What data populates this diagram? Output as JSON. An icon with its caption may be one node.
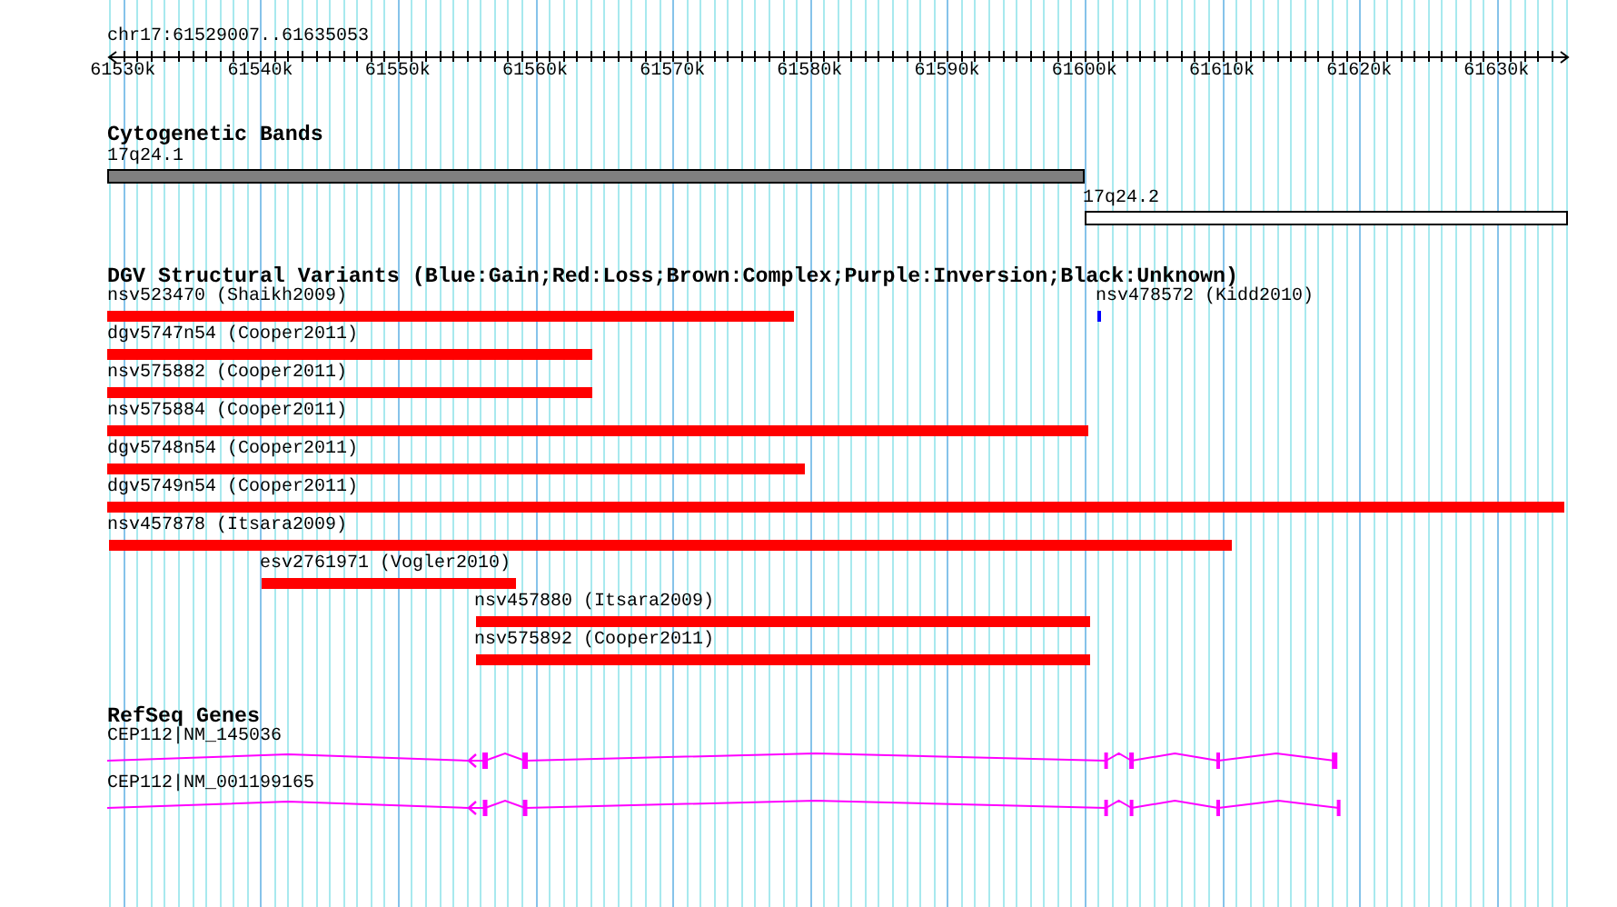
{
  "diagram": {
    "title": "chr17:61529007..61635053",
    "nodes": [
      {
        "text": [
          "17q24.1"
        ]
      },
      {
        "text": [
          "17q24.2"
        ]
      },
      {
        "text": [
          "nsv523470 (Shaikh2009)"
        ]
      },
      {
        "text": [
          "nsv478572 (Kidd2010)"
        ]
      },
      {
        "text": [
          "dgv5747n54 (Cooper2011)"
        ]
      },
      {
        "text": [
          "nsv575882 (Cooper2011)"
        ]
      },
      {
        "text": [
          "nsv575884 (Cooper2011)"
        ]
      },
      {
        "text": [
          "dgv5748n54 (Cooper2011)"
        ]
      },
      {
        "text": [
          "dgv5749n54 (Cooper2011)"
        ]
      },
      {
        "text": [
          "nsv457878 (Itsara2009)"
        ]
      },
      {
        "text": [
          "esv2761971 (Vogler2010)"
        ]
      },
      {
        "text": [
          "nsv457880 (Itsara2009)"
        ]
      },
      {
        "text": [
          "nsv575892 (Cooper2011)"
        ]
      },
      {
        "text": [
          "CEP112|NM_145036"
        ]
      },
      {
        "text": [
          "CEP112|NM_001199165"
        ]
      }
    ],
    "labels": [
      "61530k",
      "61540k",
      "61550k",
      "61560k",
      "61570k",
      "61580k",
      "61590k",
      "61600k",
      "61610k",
      "61620k",
      "61630k",
      "Cytogenetic Bands",
      "DGV Structural Variants (Blue:Gain;Red:Loss;Brown:Complex;Purple:Inversion;Black:Unknown)",
      "RefSeq Genes"
    ]
  }
}
